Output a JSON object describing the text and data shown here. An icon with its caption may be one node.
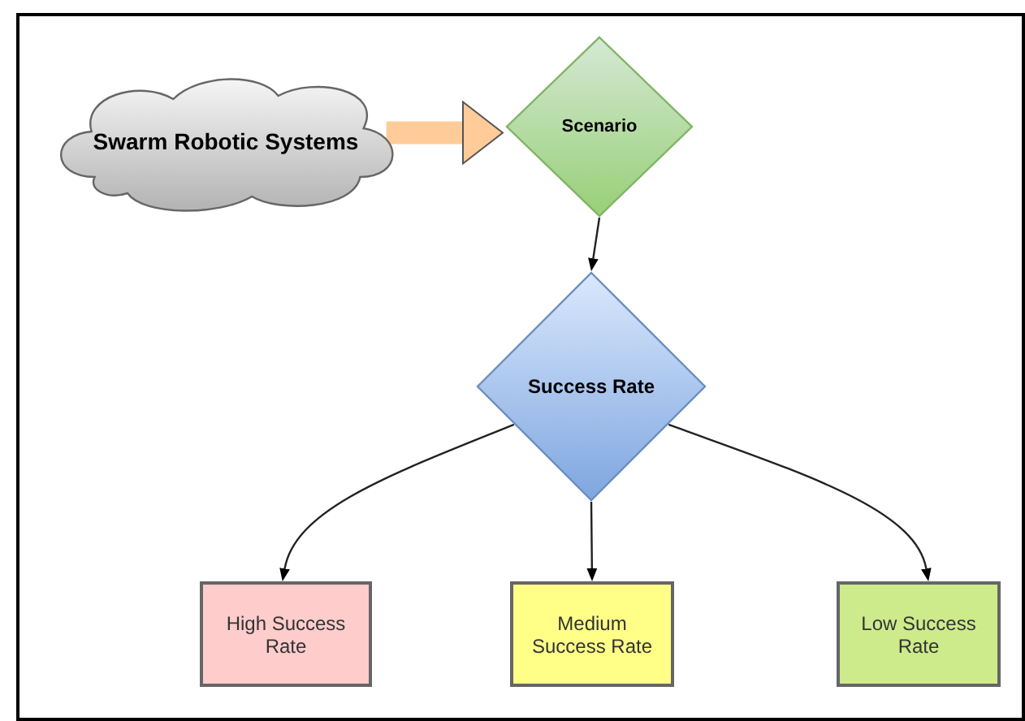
{
  "diagram": {
    "nodes": [
      {
        "text": [
          "Swarm Robotic Systems"
        ]
      },
      {
        "text": [
          "Scenario"
        ]
      },
      {
        "text": [
          "Success Rate"
        ]
      },
      {
        "text": [
          "High Success Rate"
        ]
      },
      {
        "text": [
          "Medium Success Rate"
        ]
      },
      {
        "text": [
          "Low Success Rate"
        ]
      }
    ],
    "edges": [
      {
        "from": 0,
        "to": 1,
        "arrow": "to",
        "style": "thick",
        "color": "#ffcc99"
      },
      {
        "from": 1,
        "to": 2,
        "arrow": "to"
      },
      {
        "from": 2,
        "to": 3,
        "arrow": "to"
      },
      {
        "from": 2,
        "to": 4,
        "arrow": "to"
      },
      {
        "from": 2,
        "to": 5,
        "arrow": "to"
      }
    ]
  }
}
